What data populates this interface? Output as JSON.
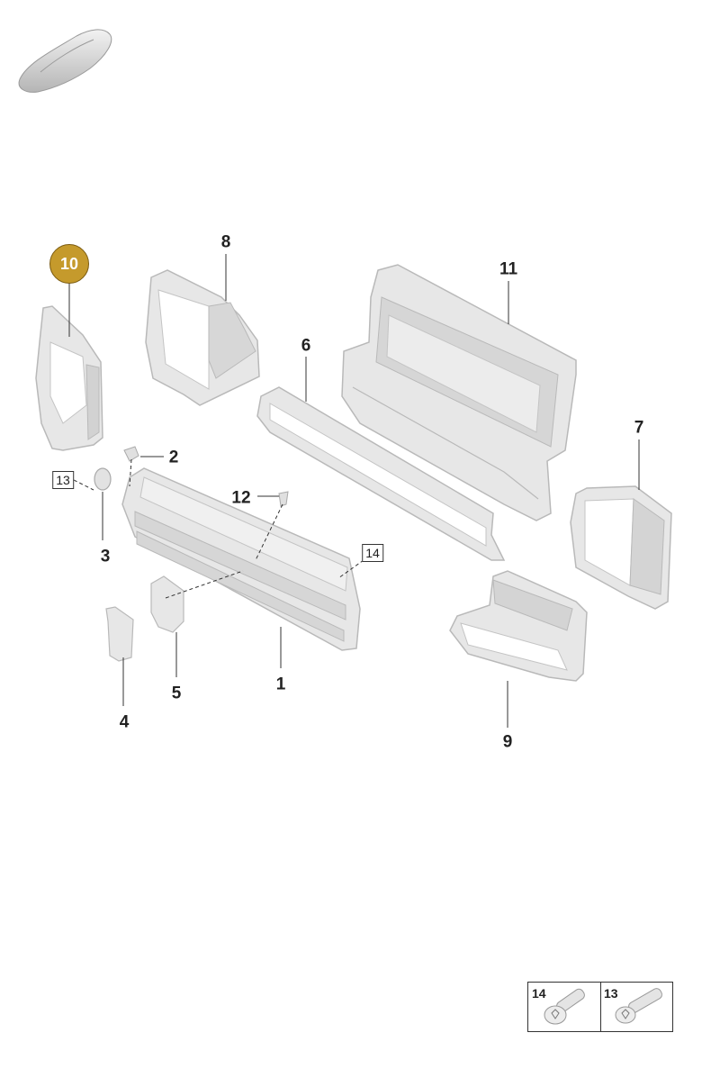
{
  "colors": {
    "part_fill": "#e7e7e7",
    "part_edge": "#b9b9b9",
    "part_shade": "#d2d2d2",
    "leader": "#333333",
    "badge": "#c59a2c"
  },
  "thumbnail": {
    "icon": "car-silhouette-icon"
  },
  "highlight_badge": {
    "label": "10"
  },
  "callouts": {
    "p1": "1",
    "p2": "2",
    "p3": "3",
    "p4": "4",
    "p5": "5",
    "p6": "6",
    "p7": "7",
    "p8": "8",
    "p9": "9",
    "p11": "11",
    "p12": "12"
  },
  "boxed_refs": {
    "r13": "13",
    "r14": "14"
  },
  "fastener_legend": [
    {
      "label": "14",
      "icon": "torx-flange-bolt-icon"
    },
    {
      "label": "13",
      "icon": "torx-bolt-icon"
    }
  ]
}
